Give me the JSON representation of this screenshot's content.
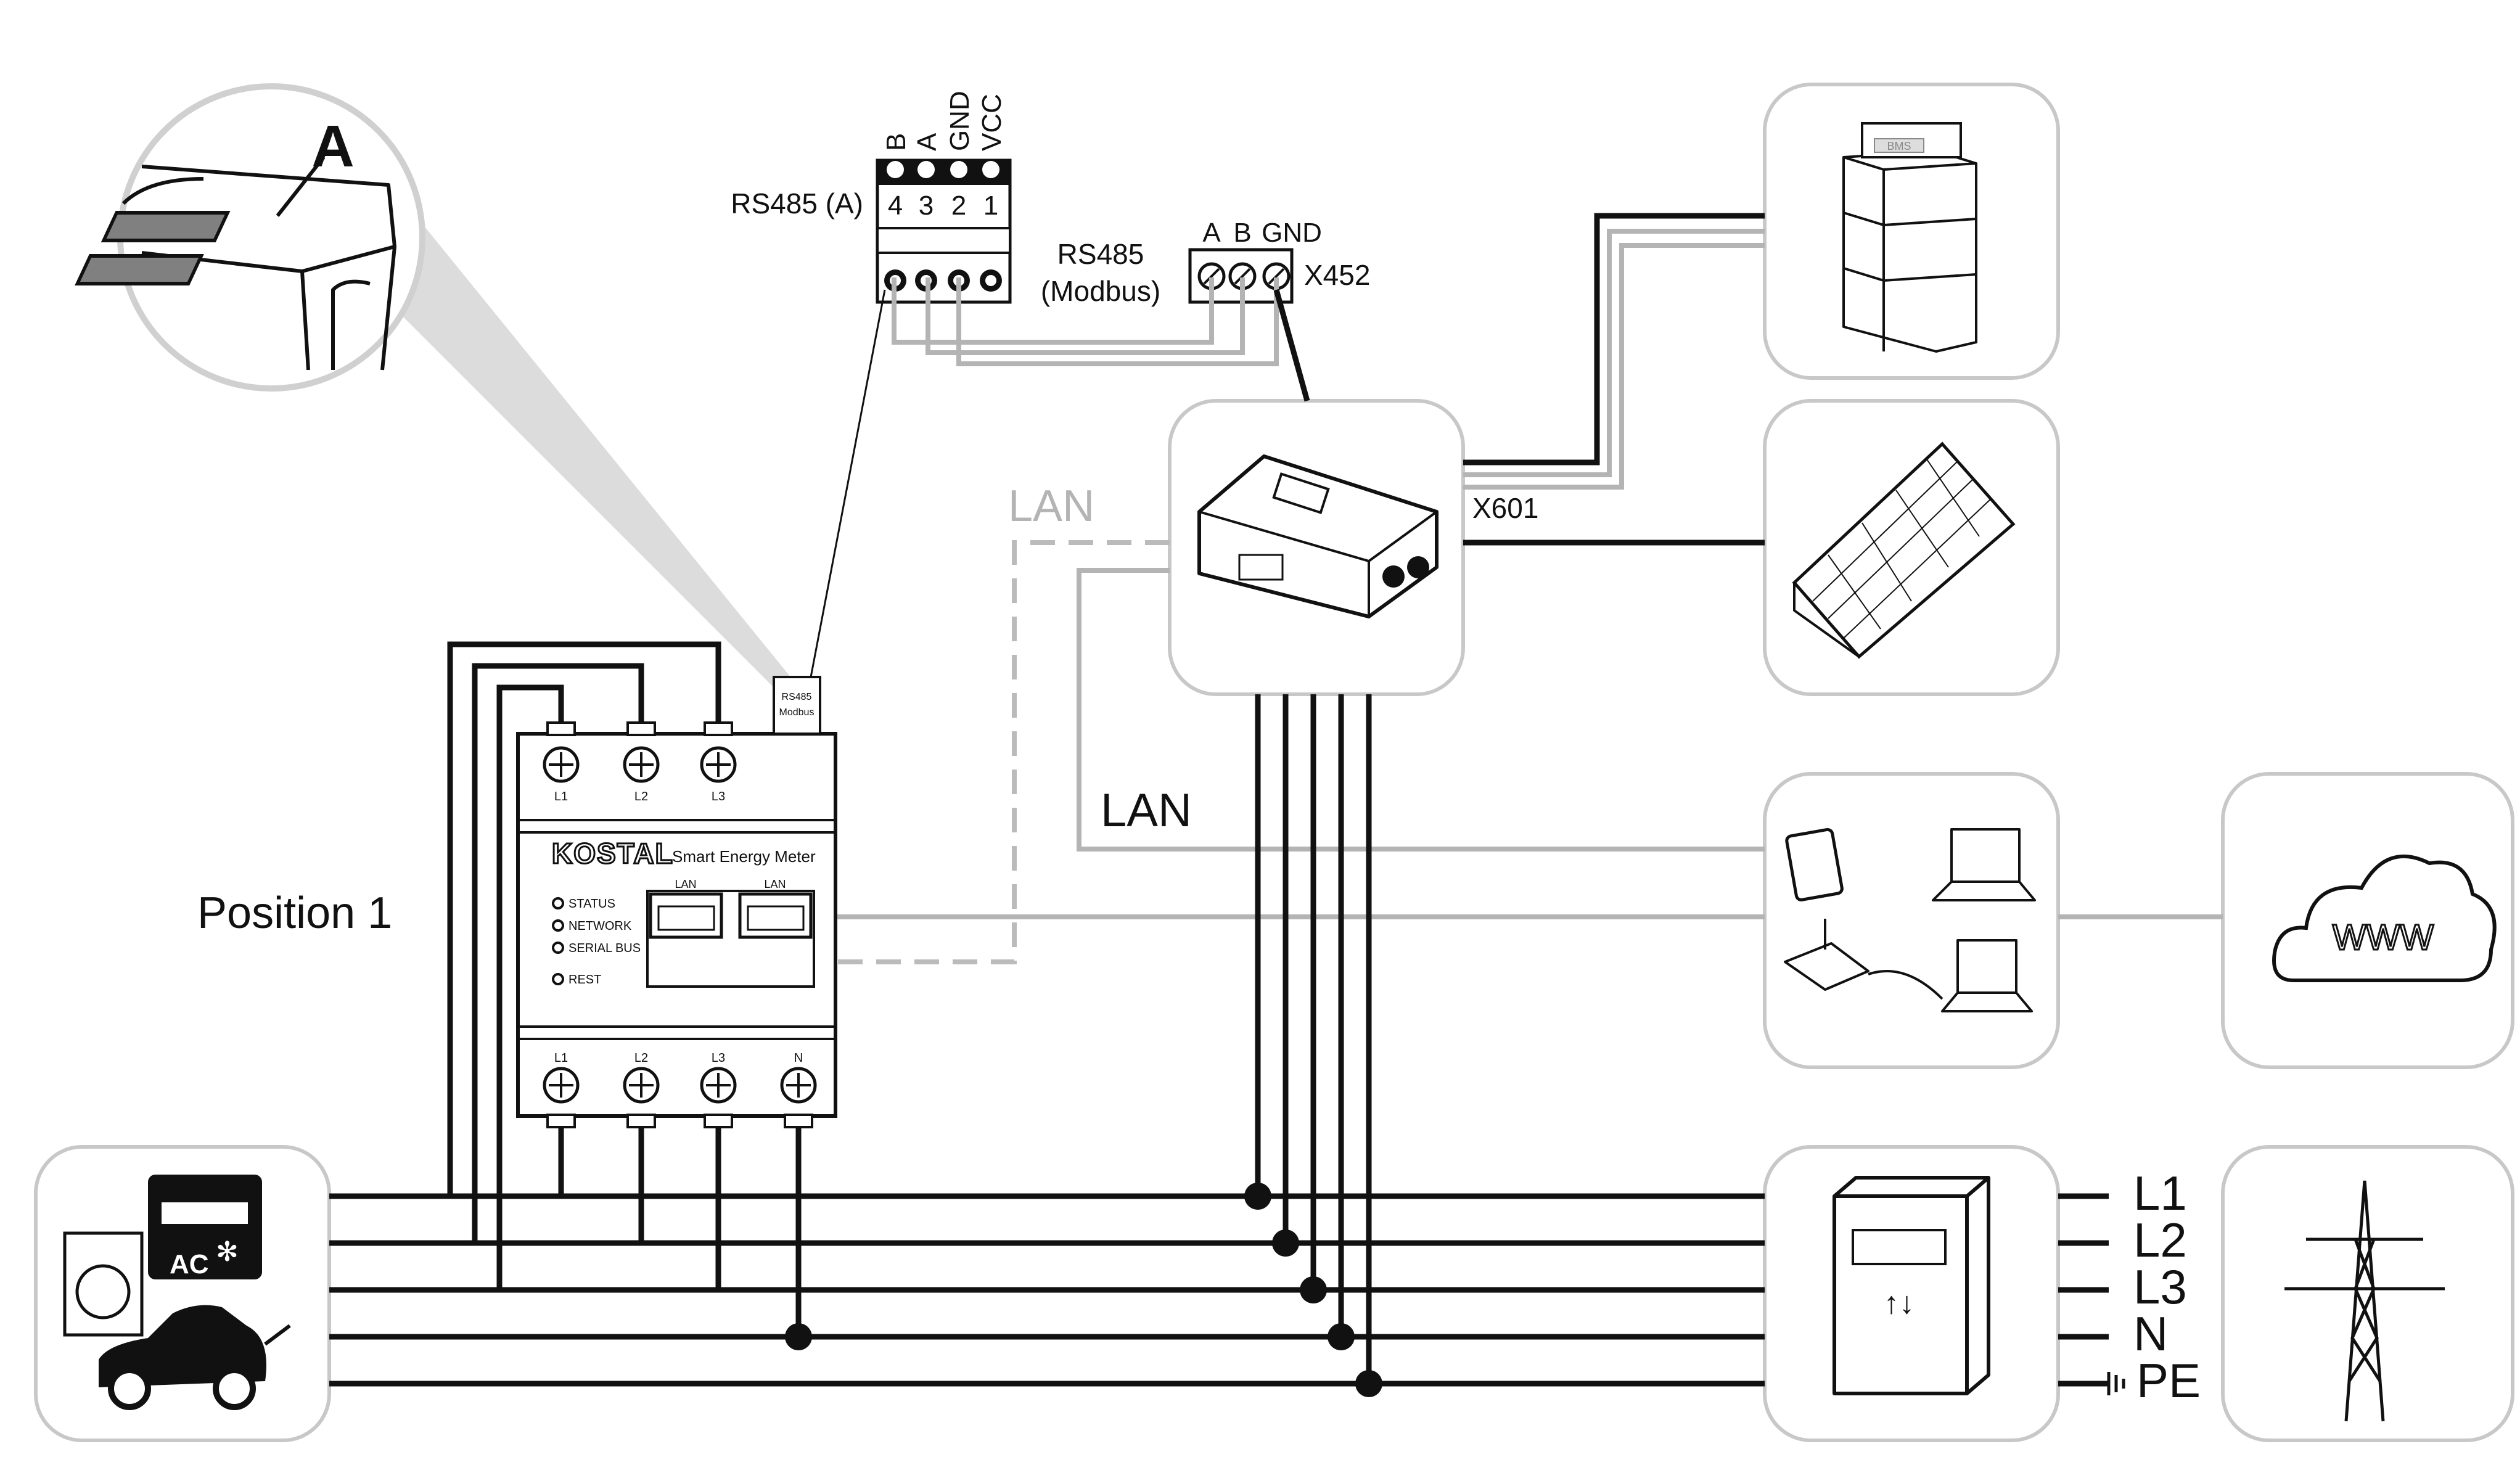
{
  "callout": {
    "letter": "A"
  },
  "rs485_connector": {
    "title": "RS485 (A)",
    "pin_names": [
      "B",
      "A",
      "GND",
      "VCC"
    ],
    "pin_numbers": [
      "4",
      "3",
      "2",
      "1"
    ]
  },
  "bus": {
    "line1": "RS485",
    "line2": "(Modbus)"
  },
  "inverter_terminal": {
    "labels": [
      "A",
      "B",
      "GND"
    ],
    "name": "X452"
  },
  "inverter_port": {
    "name": "X601"
  },
  "lan_labels": {
    "dashed": "LAN",
    "solid": "LAN"
  },
  "meter": {
    "brand": "KOSTAL",
    "product": "Smart Energy Meter",
    "rs485_tag_1": "RS485",
    "rs485_tag_2": "Modbus",
    "top_terminals": [
      "L1",
      "L2",
      "L3"
    ],
    "bottom_terminals": [
      "L1",
      "L2",
      "L3",
      "N"
    ],
    "leds": [
      "STATUS",
      "NETWORK",
      "SERIAL BUS",
      "REST"
    ],
    "lan_ports": [
      "LAN",
      "LAN"
    ]
  },
  "position_label": "Position 1",
  "cloud_text": "WWW",
  "battery_text": "BMS",
  "load_text": "AC",
  "grid_lines": [
    "L1",
    "L2",
    "L3",
    "N",
    "PE"
  ],
  "colors": {
    "wire": "#111111",
    "signal_wire": "#b4b4b4",
    "box_border": "#c8c8c8"
  }
}
